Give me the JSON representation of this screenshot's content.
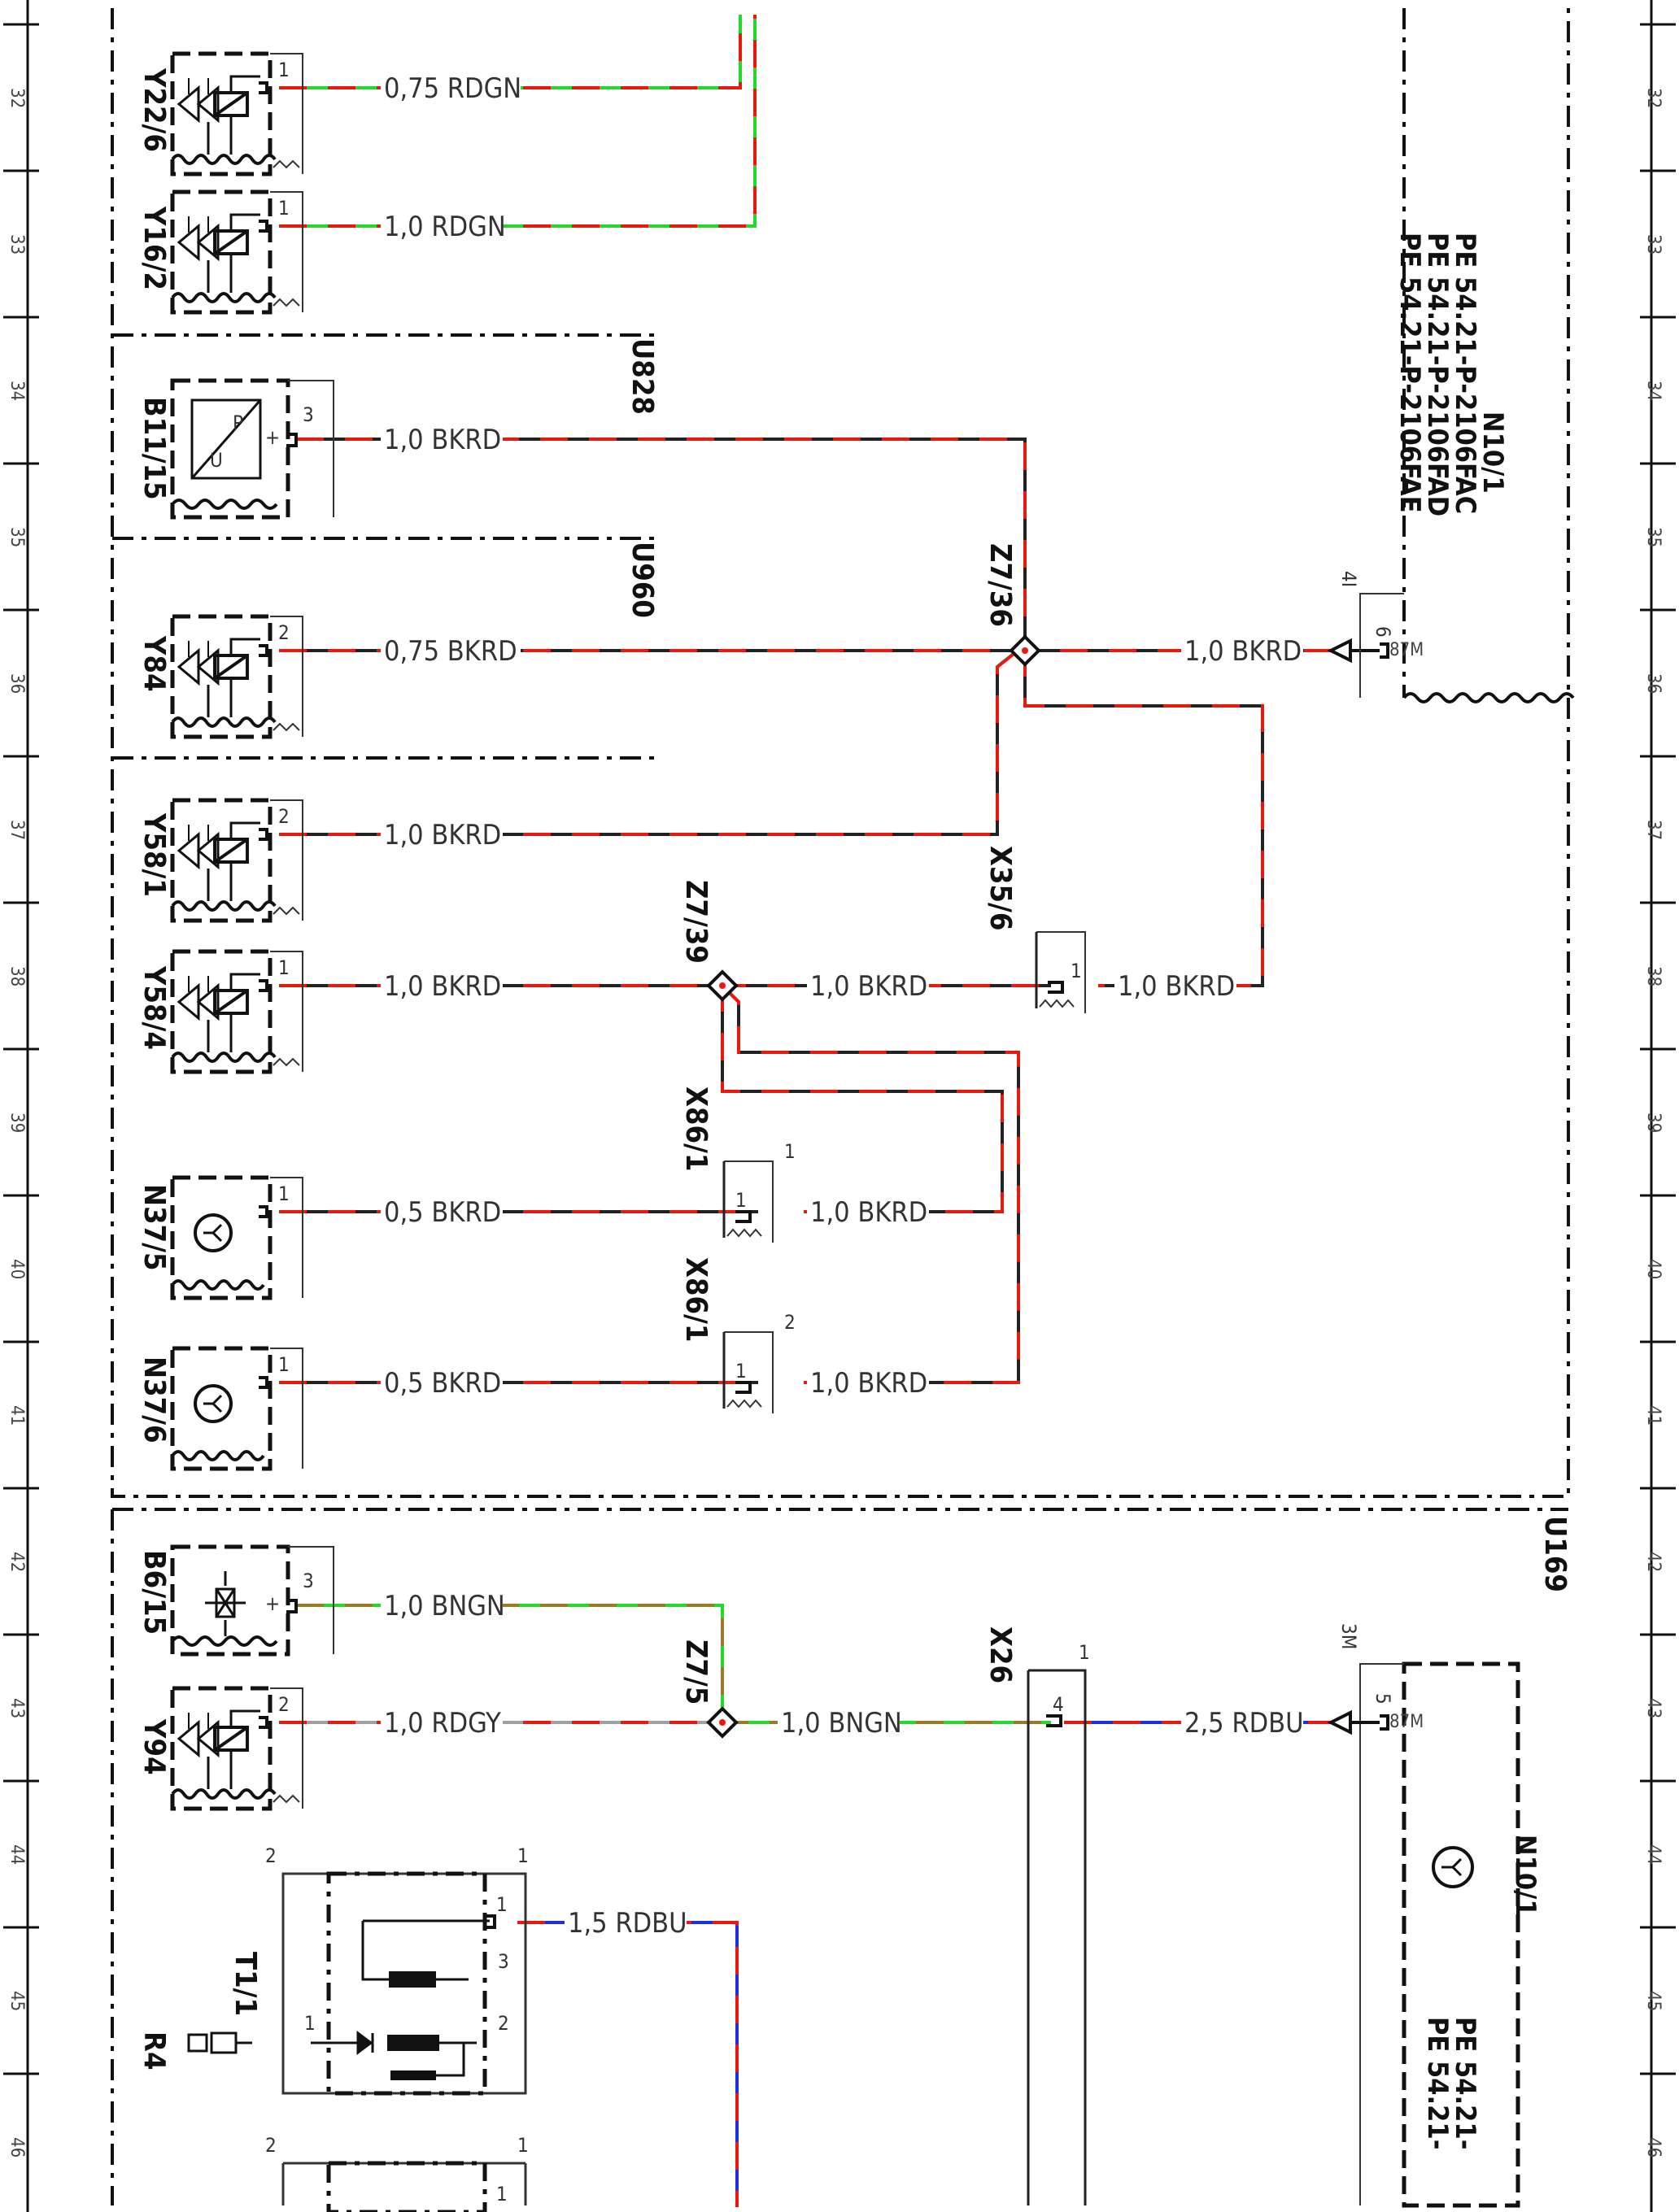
{
  "diagram": {
    "rows": [
      {
        "label": "32"
      },
      {
        "label": "33"
      },
      {
        "label": "34"
      },
      {
        "label": "35"
      },
      {
        "label": "36"
      },
      {
        "label": "37"
      },
      {
        "label": "38"
      },
      {
        "label": "39"
      },
      {
        "label": "40"
      },
      {
        "label": "41"
      },
      {
        "label": "42"
      },
      {
        "label": "43"
      },
      {
        "label": "44"
      },
      {
        "label": "45"
      },
      {
        "label": "46"
      }
    ],
    "components": {
      "y22_6": "Y22/6",
      "y16_2": "Y16/2",
      "b11_15": "B11/15",
      "y84": "Y84",
      "y58_1": "Y58/1",
      "y58_4": "Y58/4",
      "n37_5": "N37/5",
      "n37_6": "N37/6",
      "b6_15": "B6/15",
      "y94": "Y94",
      "t1_1": "T1/1",
      "r4": "R4",
      "n10_1_top": "N10/1",
      "n10_1_bottom": "N10/1",
      "u828": "U828",
      "u960": "U960",
      "u169": "U169",
      "z7_36": "Z7/36",
      "z7_39": "Z7/39",
      "z7_5": "Z7/5",
      "x35_6": "X35/6",
      "x86_1_a": "X86/1",
      "x86_1_b": "X86/1",
      "x26": "X26"
    },
    "sensor_letters": {
      "p": "P",
      "u": "U"
    },
    "wires": {
      "y22_6": "0,75 RDGN",
      "y16_2": "1,0 RDGN",
      "b11_15": "1,0 BKRD",
      "y84": "0,75 BKRD",
      "n10_1_top": "1,0 BKRD",
      "y58_1": "1,0 BKRD",
      "y58_4": "1,0 BKRD",
      "z7_39_x35": "1,0 BKRD",
      "x35_out": "1,0 BKRD",
      "n37_5": "0,5 BKRD",
      "x86_1_a_out": "1,0 BKRD",
      "n37_6": "0,5 BKRD",
      "x86_1_b_out": "1,0 BKRD",
      "b6_15": "1,0 BNGN",
      "y94": "1,0 RDGY",
      "z7_5_out": "1,0 BNGN",
      "x26_out": "2,5 RDBU",
      "t1_1_out": "1,5 RDBU"
    },
    "pins": {
      "y22_6": "1",
      "y16_2": "1",
      "b11_15": "3",
      "b11_15_polarity": "+",
      "y84": "2",
      "y58_1": "2",
      "y58_4": "1",
      "n37_5": "1",
      "n37_6": "1",
      "b6_15": "3",
      "b6_15_polarity": "+",
      "y94": "2",
      "n10_1_top_outer": "4I",
      "n10_1_top_inner": "6",
      "n10_1_top_term": "87M",
      "x35_6": "1",
      "x86_1_a_pin": "1",
      "x86_1_a_conn": "1",
      "x86_1_b_pin": "1",
      "x86_1_b_conn": "2",
      "x26_conn": "1",
      "x26_pin": "4",
      "n10_1_bot_outer": "3M",
      "n10_1_bot_inner": "5",
      "n10_1_bot_term": "87M",
      "t1_1_conn_top": "1",
      "t1_1_conn_left": "2",
      "t1_1_p1": "1",
      "t1_1_p3": "3",
      "t1_1_p2": "2",
      "t1_1_in": "1",
      "second_conn_left": "2",
      "second_conn_right": "1",
      "second_pin": "1"
    },
    "references": {
      "top_1": "PE 54.21-P-2106FAC",
      "top_2": "PE 54.21-P-2106FAD",
      "top_3": "PE 54.21-P-2106FAE",
      "bottom_1": "PE 54.21-",
      "bottom_2": "PE 54.21-"
    },
    "colors": {
      "red": "#e8190f",
      "black": "#222222",
      "green": "#25d92a",
      "blue": "#1f2fe0",
      "brown": "#9a7a2a",
      "gray": "#a0a0a0"
    }
  }
}
